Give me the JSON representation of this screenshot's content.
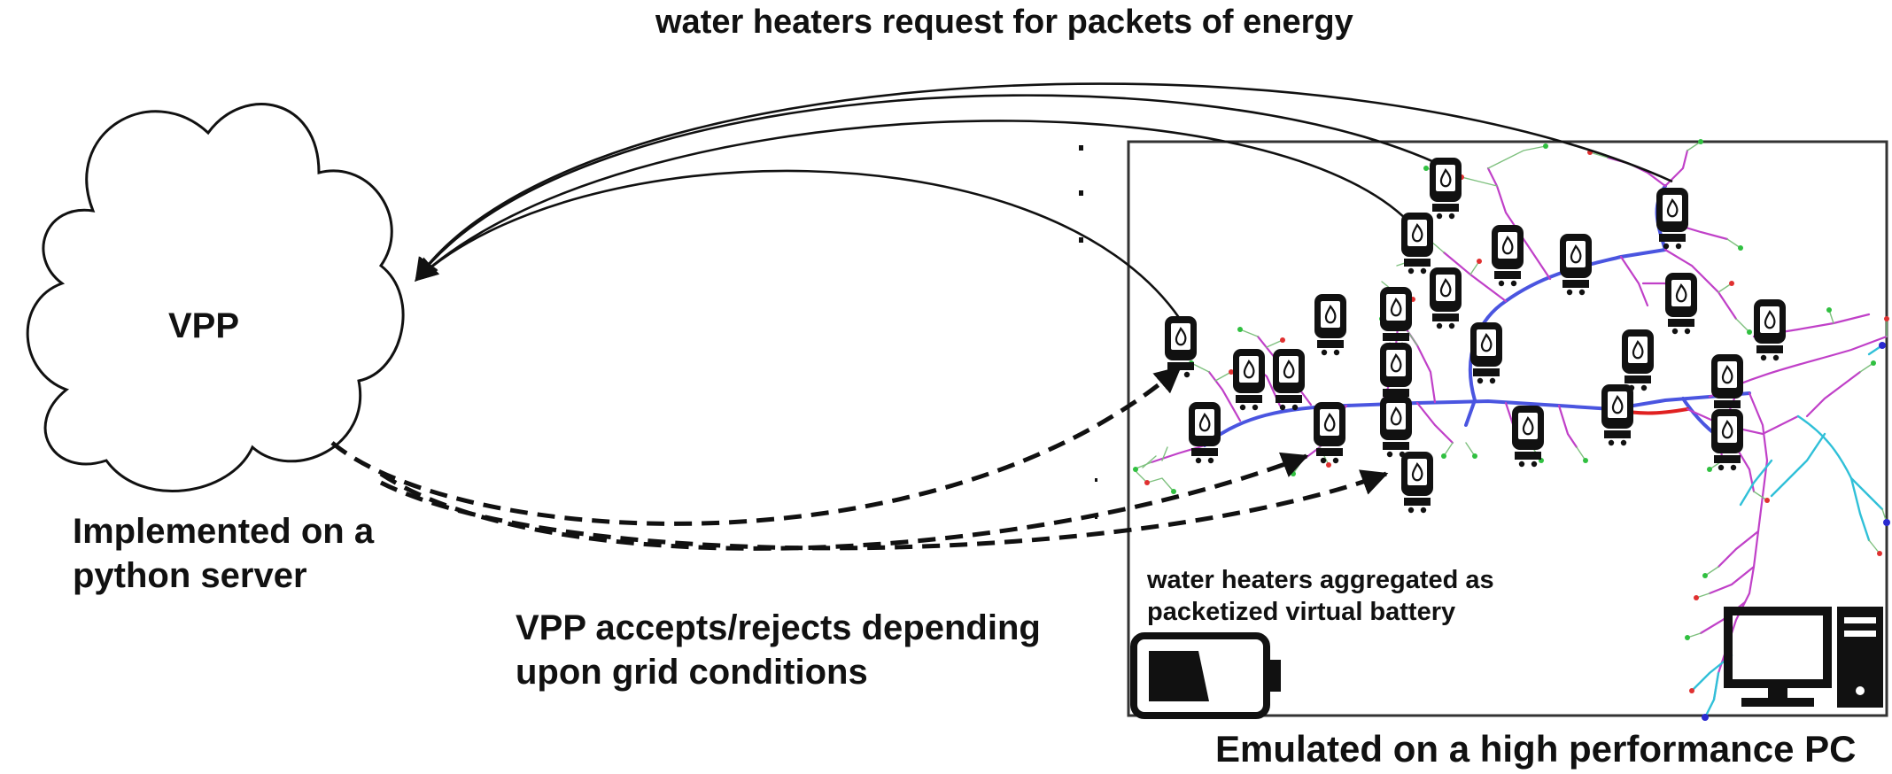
{
  "labels": {
    "top": "water heaters request for packets of energy",
    "vpp": "VPP",
    "implemented_line1": "Implemented on a",
    "implemented_line2": "python server",
    "accepts_line1": "VPP accepts/rejects depending",
    "accepts_line2": "upon grid conditions",
    "aggregated_line1": "water heaters aggregated as",
    "aggregated_line2": "packetized virtual battery",
    "emulated": "Emulated on a high performance PC"
  },
  "icons": [
    "cloud-icon",
    "water-heater-icon",
    "battery-icon",
    "desktop-computer-icon"
  ],
  "colors": {
    "ink": "#111111",
    "feeder_main": "#4a55e0",
    "feeder_branch": "#c040c8",
    "feeder_cyan": "#30c0d8",
    "feeder_red": "#e02020",
    "node_green": "#30c040",
    "node_red": "#e03030"
  }
}
